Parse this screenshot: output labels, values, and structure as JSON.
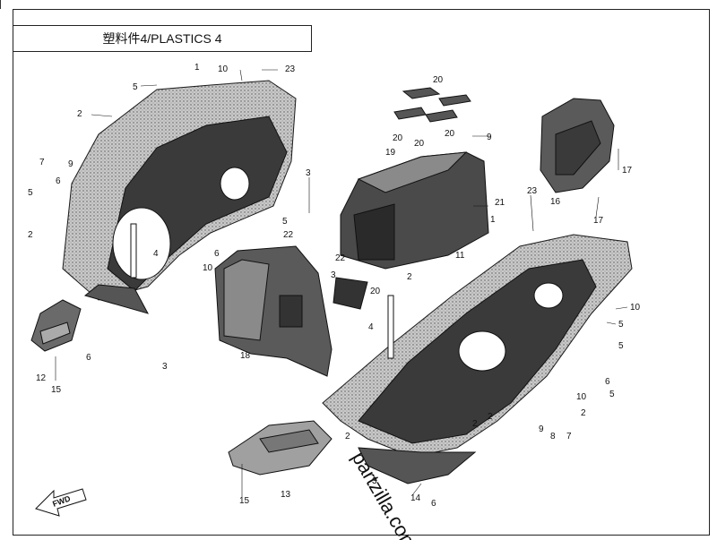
{
  "title": "塑料件4/PLASTICS 4",
  "watermark": "partzilla.com",
  "fwd_label": "FWD",
  "colors": {
    "line": "#1a1a1a",
    "part_dark": "#3a3a3a",
    "part_mid": "#7a7a7a",
    "part_light": "#b8b8b8"
  },
  "callouts": [
    {
      "id": "c1",
      "text": "1"
    },
    {
      "id": "c2",
      "text": "2"
    },
    {
      "id": "c3",
      "text": "3"
    },
    {
      "id": "c4",
      "text": "4"
    },
    {
      "id": "c5",
      "text": "5"
    },
    {
      "id": "c6",
      "text": "6"
    },
    {
      "id": "c7",
      "text": "7"
    },
    {
      "id": "c8",
      "text": "8"
    },
    {
      "id": "c9",
      "text": "9"
    },
    {
      "id": "c10",
      "text": "10"
    },
    {
      "id": "c11",
      "text": "11"
    },
    {
      "id": "c12",
      "text": "12"
    },
    {
      "id": "c13",
      "text": "13"
    },
    {
      "id": "c14",
      "text": "14"
    },
    {
      "id": "c15",
      "text": "15"
    },
    {
      "id": "c16",
      "text": "16"
    },
    {
      "id": "c17",
      "text": "17"
    },
    {
      "id": "c18",
      "text": "18"
    },
    {
      "id": "c19",
      "text": "19"
    },
    {
      "id": "c20",
      "text": "20"
    },
    {
      "id": "c21",
      "text": "21"
    },
    {
      "id": "c22",
      "text": "22"
    },
    {
      "id": "c23",
      "text": "23"
    }
  ]
}
